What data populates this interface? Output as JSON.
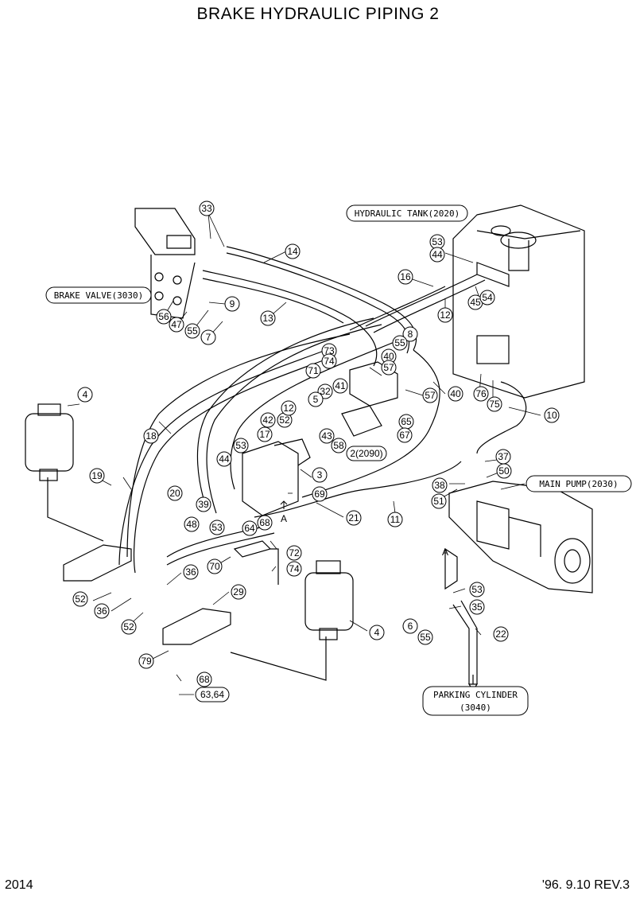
{
  "header": {
    "title": "BRAKE HYDRAULIC PIPING 2"
  },
  "footer": {
    "page_number": "2014",
    "revision": "'96. 9.10  REV.3"
  },
  "labels": {
    "hydraulic_tank": "HYDRAULIC TANK(2020)",
    "brake_valve": "BRAKE VALVE(3030)",
    "main_pump": "MAIN PUMP(2030)",
    "parking_cylinder_1": "PARKING CYLINDER",
    "parking_cylinder_2": "(3040)",
    "valve_2090": "2(2090)",
    "view_a_1": "A",
    "view_a_2": "A"
  },
  "callouts": [
    "33",
    "14",
    "16",
    "53",
    "44",
    "45",
    "54",
    "12",
    "9",
    "56",
    "47",
    "55",
    "7",
    "13",
    "8",
    "55",
    "40",
    "57",
    "73",
    "74",
    "71",
    "32",
    "41",
    "5",
    "57",
    "40",
    "76",
    "75",
    "10",
    "4",
    "42",
    "52",
    "12",
    "43",
    "58",
    "65",
    "67",
    "17",
    "18",
    "19",
    "20",
    "53",
    "44",
    "3",
    "69",
    "39",
    "48",
    "53",
    "64",
    "68",
    "21",
    "11",
    "38",
    "37",
    "50",
    "51",
    "72",
    "74",
    "70",
    "36",
    "52",
    "36",
    "52",
    "29",
    "79",
    "68",
    "63,64",
    "4",
    "53",
    "35",
    "6",
    "55",
    "22"
  ]
}
